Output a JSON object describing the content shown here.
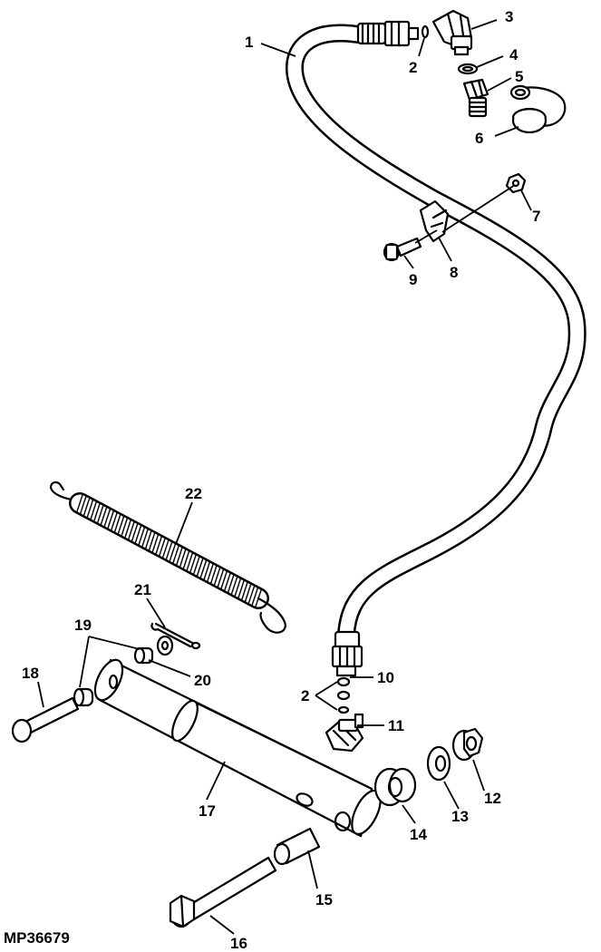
{
  "figure": {
    "id": "MP36679",
    "callouts": {
      "c1": "1",
      "c2a": "2",
      "c2b": "2",
      "c3": "3",
      "c4": "4",
      "c5": "5",
      "c6": "6",
      "c7": "7",
      "c8": "8",
      "c9": "9",
      "c10": "10",
      "c11": "11",
      "c12": "12",
      "c13": "13",
      "c14": "14",
      "c15": "15",
      "c16": "16",
      "c17": "17",
      "c18": "18",
      "c19": "19",
      "c20": "20",
      "c21": "21",
      "c22": "22"
    }
  }
}
